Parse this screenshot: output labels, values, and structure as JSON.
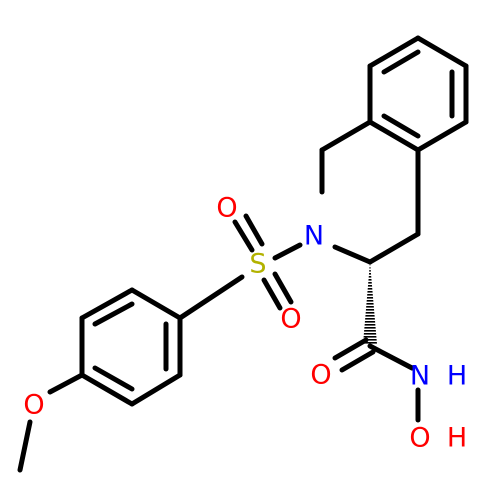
{
  "molecule": {
    "atoms": {
      "N_ring": {
        "label": "N",
        "color": "#0000FF"
      },
      "S": {
        "label": "S",
        "color": "#B2B200"
      },
      "O_s1": {
        "label": "O",
        "color": "#FF0000"
      },
      "O_s2": {
        "label": "O",
        "color": "#FF0000"
      },
      "O_methoxy": {
        "label": "O",
        "color": "#FF0000"
      },
      "O_carbonyl": {
        "label": "O",
        "color": "#FF0000"
      },
      "N_amide": {
        "label": "N",
        "color": "#0000FF"
      },
      "H_amide": {
        "label": "H",
        "color": "#0000FF"
      },
      "O_hydroxyl": {
        "label": "O",
        "color": "#FF0000"
      },
      "H_hydroxyl": {
        "label": "H",
        "color": "#FF0000"
      }
    },
    "bond_color": "#000000"
  }
}
